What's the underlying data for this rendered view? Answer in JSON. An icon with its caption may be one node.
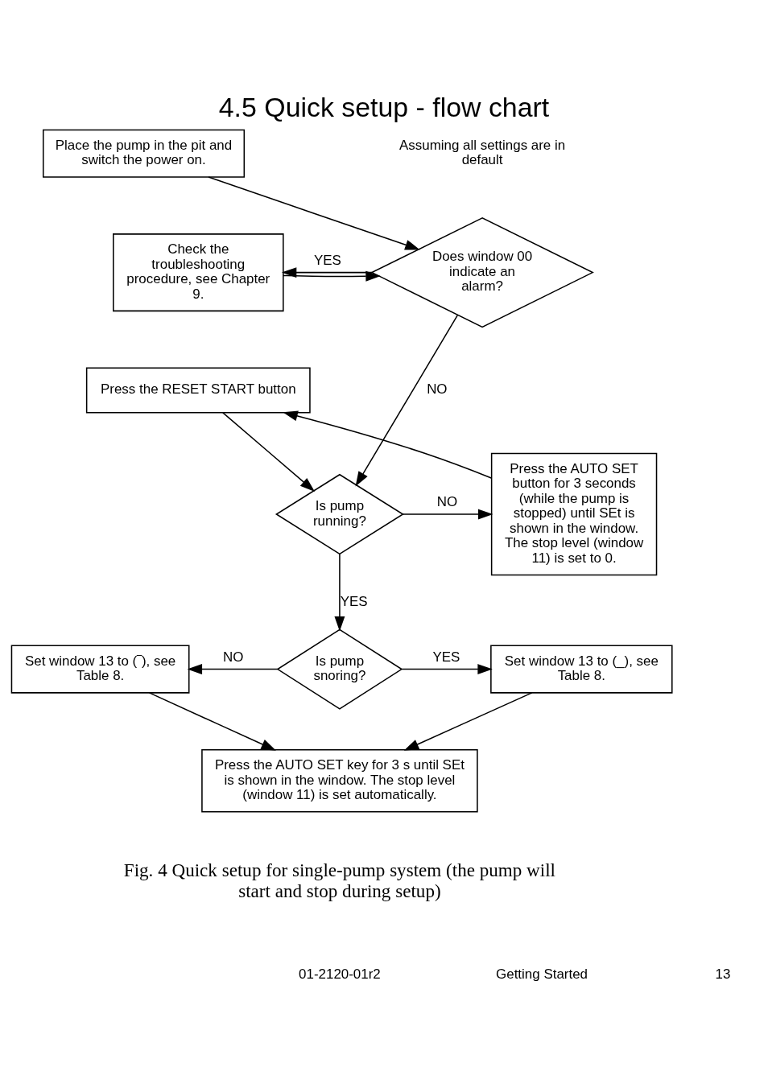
{
  "diagram": {
    "title": "4.5 Quick setup - flow chart",
    "caption": "Fig. 4 Quick setup for single-pump system (the pump will start and stop during setup)",
    "nodes": [
      {
        "text": [
          "Place the pump in the pit and switch the power on."
        ]
      },
      {
        "text": [
          "Does window 00 indicate an alarm?"
        ]
      },
      {
        "text": [
          "Check the troubleshooting procedure, see Chapter 9."
        ]
      },
      {
        "text": [
          "Press the RESET START button"
        ]
      },
      {
        "text": [
          "Is pump running?"
        ]
      },
      {
        "text": [
          "Press the AUTO SET button for 3 seconds (while the pump is stopped) until SEt is shown in the window. The stop level (window 11) is set to 0."
        ]
      },
      {
        "text": [
          "Is pump snoring?"
        ]
      },
      {
        "text": [
          "Set window 13 to (‾), see Table 8."
        ]
      },
      {
        "text": [
          "Set window 13 to (_), see Table 8."
        ]
      },
      {
        "text": [
          "Press the AUTO SET key for 3 s until SEt is shown in the window. The stop level (window 11) is set automatically."
        ]
      }
    ],
    "edges": [
      {
        "from": 0,
        "to": 1,
        "arrow": "to"
      },
      {
        "from": 1,
        "to": 2,
        "arrow": "to",
        "label": "YES"
      },
      {
        "from": 2,
        "to": 1,
        "arrow": "to"
      },
      {
        "from": 1,
        "to": 4,
        "arrow": "to",
        "label": "NO"
      },
      {
        "from": 3,
        "to": 4,
        "arrow": "to"
      },
      {
        "from": 5,
        "to": 3,
        "arrow": "to"
      },
      {
        "from": 4,
        "to": 5,
        "arrow": "to",
        "label": "NO"
      },
      {
        "from": 4,
        "to": 6,
        "arrow": "to",
        "label": "YES"
      },
      {
        "from": 6,
        "to": 7,
        "arrow": "to",
        "label": "NO"
      },
      {
        "from": 6,
        "to": 8,
        "arrow": "to",
        "label": "YES"
      },
      {
        "from": 7,
        "to": 9,
        "arrow": "to"
      },
      {
        "from": 8,
        "to": 9,
        "arrow": "to"
      }
    ],
    "labels": [
      "Assuming all settings are in default",
      "01-2120-01r2",
      "Getting Started",
      "13"
    ]
  }
}
